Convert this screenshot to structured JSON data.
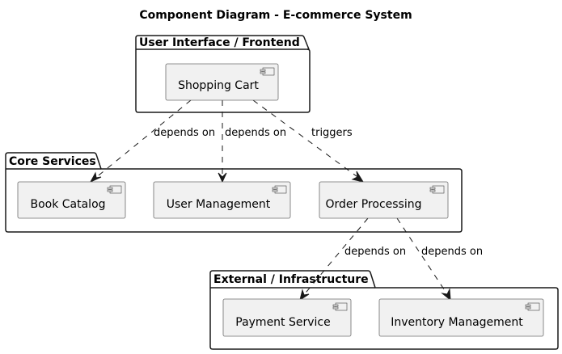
{
  "diagram": {
    "title": "Component Diagram - E-commerce System",
    "packages": [
      {
        "id": "frontend",
        "label": "User Interface / Frontend",
        "components": [
          "shopping_cart"
        ]
      },
      {
        "id": "core",
        "label": "Core Services",
        "components": [
          "book_catalog",
          "user_management",
          "order_processing"
        ]
      },
      {
        "id": "external",
        "label": "External / Infrastructure",
        "components": [
          "payment_service",
          "inventory_management"
        ]
      }
    ],
    "components": {
      "shopping_cart": {
        "label": "Shopping Cart",
        "icon": "component-icon"
      },
      "book_catalog": {
        "label": "Book Catalog",
        "icon": "component-icon"
      },
      "user_management": {
        "label": "User Management",
        "icon": "component-icon"
      },
      "order_processing": {
        "label": "Order Processing",
        "icon": "component-icon"
      },
      "payment_service": {
        "label": "Payment Service",
        "icon": "component-icon"
      },
      "inventory_management": {
        "label": "Inventory Management",
        "icon": "component-icon"
      }
    },
    "edges": [
      {
        "from": "shopping_cart",
        "to": "book_catalog",
        "label": "depends on",
        "style": "dashed"
      },
      {
        "from": "shopping_cart",
        "to": "user_management",
        "label": "depends on",
        "style": "dashed"
      },
      {
        "from": "shopping_cart",
        "to": "order_processing",
        "label": "triggers",
        "style": "dashed"
      },
      {
        "from": "order_processing",
        "to": "payment_service",
        "label": "depends on",
        "style": "dashed"
      },
      {
        "from": "order_processing",
        "to": "inventory_management",
        "label": "depends on",
        "style": "dashed"
      }
    ],
    "colors": {
      "component_fill": "#f1f1f1",
      "component_border": "#6e6e6e",
      "package_border": "#181818",
      "edge": "#181818"
    }
  }
}
